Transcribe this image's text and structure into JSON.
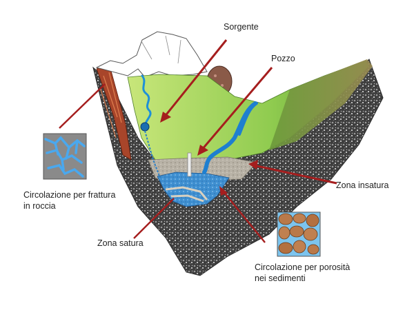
{
  "labels": {
    "sorgente": "Sorgente",
    "pozzo": "Pozzo",
    "zona_insatura": "Zona insatura",
    "zona_satura": "Zona satura",
    "frattura_line1": "Circolazione per frattura",
    "frattura_line2": "in roccia",
    "porosita_line1": "Circolazione per porosità",
    "porosita_line2": "nei sedimenti"
  },
  "colors": {
    "arrow": "#a51e1e",
    "water": "#1e90d8",
    "grass_light": "#b7dc6a",
    "grass_dark": "#6aa63c",
    "rock": "#4a4a4a",
    "saturated": "#3f8fd0",
    "pebble": "#b9794a"
  }
}
